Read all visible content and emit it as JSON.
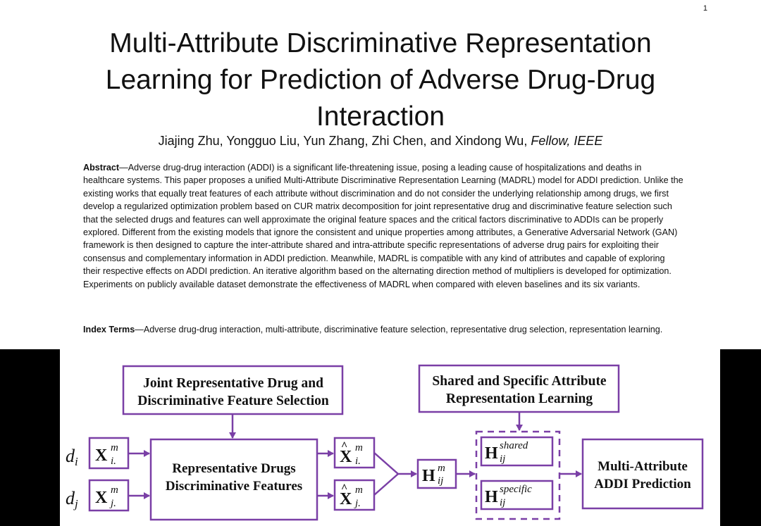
{
  "page": {
    "number": "1"
  },
  "header": {
    "title_lines": [
      "Multi-Attribute Discriminative Representation",
      "Learning for Prediction of Adverse Drug-Drug",
      "Interaction"
    ],
    "authors": "Jiajing Zhu, Yongguo Liu, Yun Zhang, Zhi Chen, and Xindong Wu,",
    "authors_suffix": "Fellow, IEEE"
  },
  "abstract": {
    "label": "Abstract",
    "text": "—Adverse drug-drug interaction (ADDI) is a significant life-threatening issue, posing a leading cause of hospitalizations and deaths in healthcare systems. This paper proposes a unified Multi-Attribute Discriminative Representation Learning (MADRL) model for ADDI prediction. Unlike the existing works that equally treat features of each attribute without discrimination and do not consider the underlying relationship among drugs, we first develop a regularized optimization problem based on CUR matrix decomposition for joint representative drug and discriminative feature selection such that the selected drugs and features can well approximate the original feature spaces and the critical factors discriminative to ADDIs can be properly explored. Different from the existing models that ignore the consistent and unique properties among attributes, a Generative Adversarial Network (GAN) framework is then designed to capture the inter-attribute shared and intra-attribute specific representations of adverse drug pairs for exploiting their consensus and complementary information in ADDI prediction. Meanwhile, MADRL is compatible with any kind of attributes and capable of exploring their respective effects on ADDI prediction. An iterative algorithm based on the alternating direction method of multipliers is developed for optimization. Experiments on publicly available dataset demonstrate the effectiveness of MADRL when compared with eleven baselines and its six variants."
  },
  "index_terms": {
    "label": "Index Terms",
    "text": "—Adverse drug-drug interaction, multi-attribute, discriminative feature selection, representative drug selection, representation learning."
  },
  "figure": {
    "accent_color": "#7a3fa6",
    "box_joint_lines": [
      "Joint Representative Drug and",
      "Discriminative Feature Selection"
    ],
    "box_shared_lines": [
      "Shared and Specific Attribute",
      "Representation Learning"
    ],
    "box_rep_lines": [
      "Representative Drugs",
      "Discriminative Features"
    ],
    "box_pred_lines": [
      "Multi-Attribute",
      "ADDI Prediction"
    ],
    "sym": {
      "di": "d",
      "di_sub": "i",
      "dj": "d",
      "dj_sub": "j",
      "X": "X",
      "m": "m",
      "i_dot": "i.",
      "j_dot": "j.",
      "hat": "^",
      "H": "H",
      "ij": "ij",
      "shared": "shared",
      "specific": "specific"
    }
  }
}
